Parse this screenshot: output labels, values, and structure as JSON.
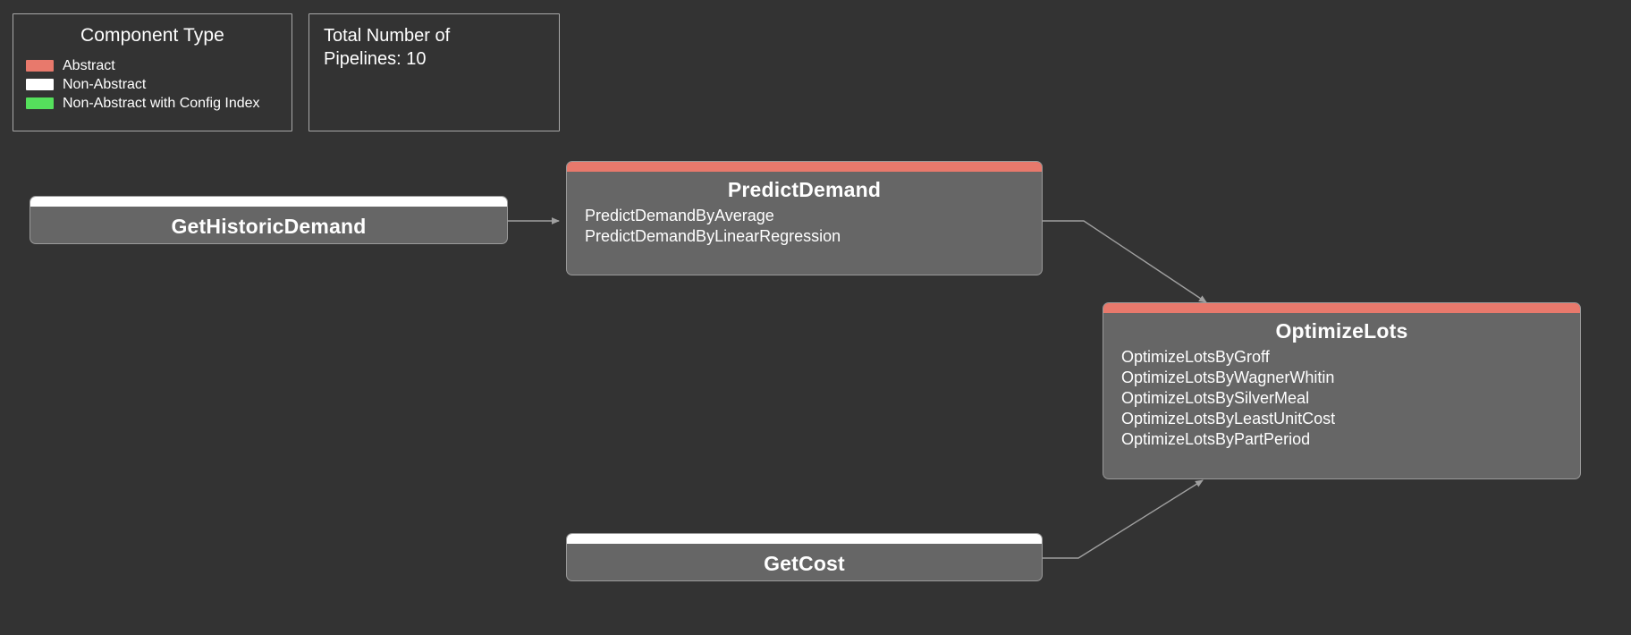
{
  "background_color": "#333333",
  "legend": {
    "title": "Component Type",
    "items": [
      {
        "label": "Abstract",
        "color": "#e8796c"
      },
      {
        "label": "Non-Abstract",
        "color": "#ffffff"
      },
      {
        "label": "Non-Abstract with Config Index",
        "color": "#55e05c"
      }
    ]
  },
  "info": {
    "text": "Total Number of\nPipelines: 10"
  },
  "nodes": [
    {
      "id": "get-historic-demand",
      "title": "GetHistoricDemand",
      "type": "Non-Abstract",
      "bar_color": "#ffffff",
      "body_color": "#666666",
      "members": []
    },
    {
      "id": "predict-demand",
      "title": "PredictDemand",
      "type": "Abstract",
      "bar_color": "#e8796c",
      "body_color": "#666666",
      "members": [
        "PredictDemandByAverage",
        "PredictDemandByLinearRegression"
      ]
    },
    {
      "id": "optimize-lots",
      "title": "OptimizeLots",
      "type": "Abstract",
      "bar_color": "#e8796c",
      "body_color": "#666666",
      "members": [
        "OptimizeLotsByGroff",
        "OptimizeLotsByWagnerWhitin",
        "OptimizeLotsBySilverMeal",
        "OptimizeLotsByLeastUnitCost",
        "OptimizeLotsByPartPeriod"
      ]
    },
    {
      "id": "get-cost",
      "title": "GetCost",
      "type": "Non-Abstract",
      "bar_color": "#ffffff",
      "body_color": "#666666",
      "members": []
    }
  ],
  "edges": [
    {
      "from": "GetHistoricDemand",
      "to": "PredictDemand"
    },
    {
      "from": "PredictDemand",
      "to": "OptimizeLots"
    },
    {
      "from": "GetCost",
      "to": "OptimizeLots"
    }
  ],
  "edge_color": "#a0a0a0"
}
